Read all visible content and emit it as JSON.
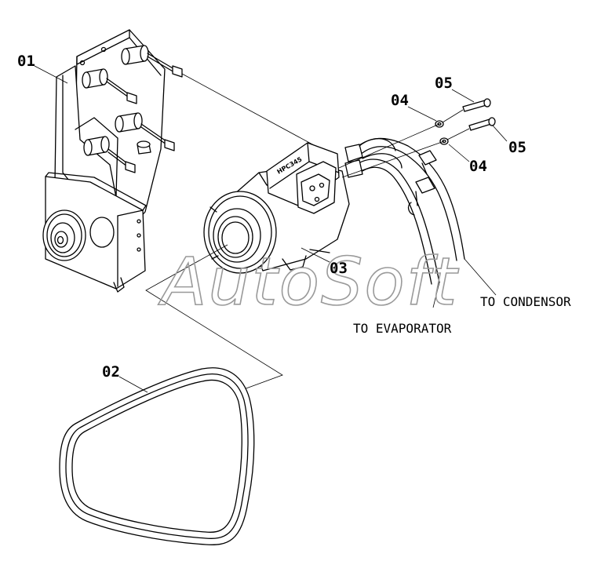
{
  "callouts": {
    "c01": "01",
    "c02": "02",
    "c03": "03",
    "c04a": "04",
    "c04b": "04",
    "c05a": "05",
    "c05b": "05"
  },
  "notes": {
    "to_condensor": "TO CONDENSOR",
    "to_evaporator": "TO EVAPORATOR"
  },
  "watermark": "AutoSoft",
  "colors": {
    "line": "#000000",
    "watermark": "#9a9a9a"
  }
}
